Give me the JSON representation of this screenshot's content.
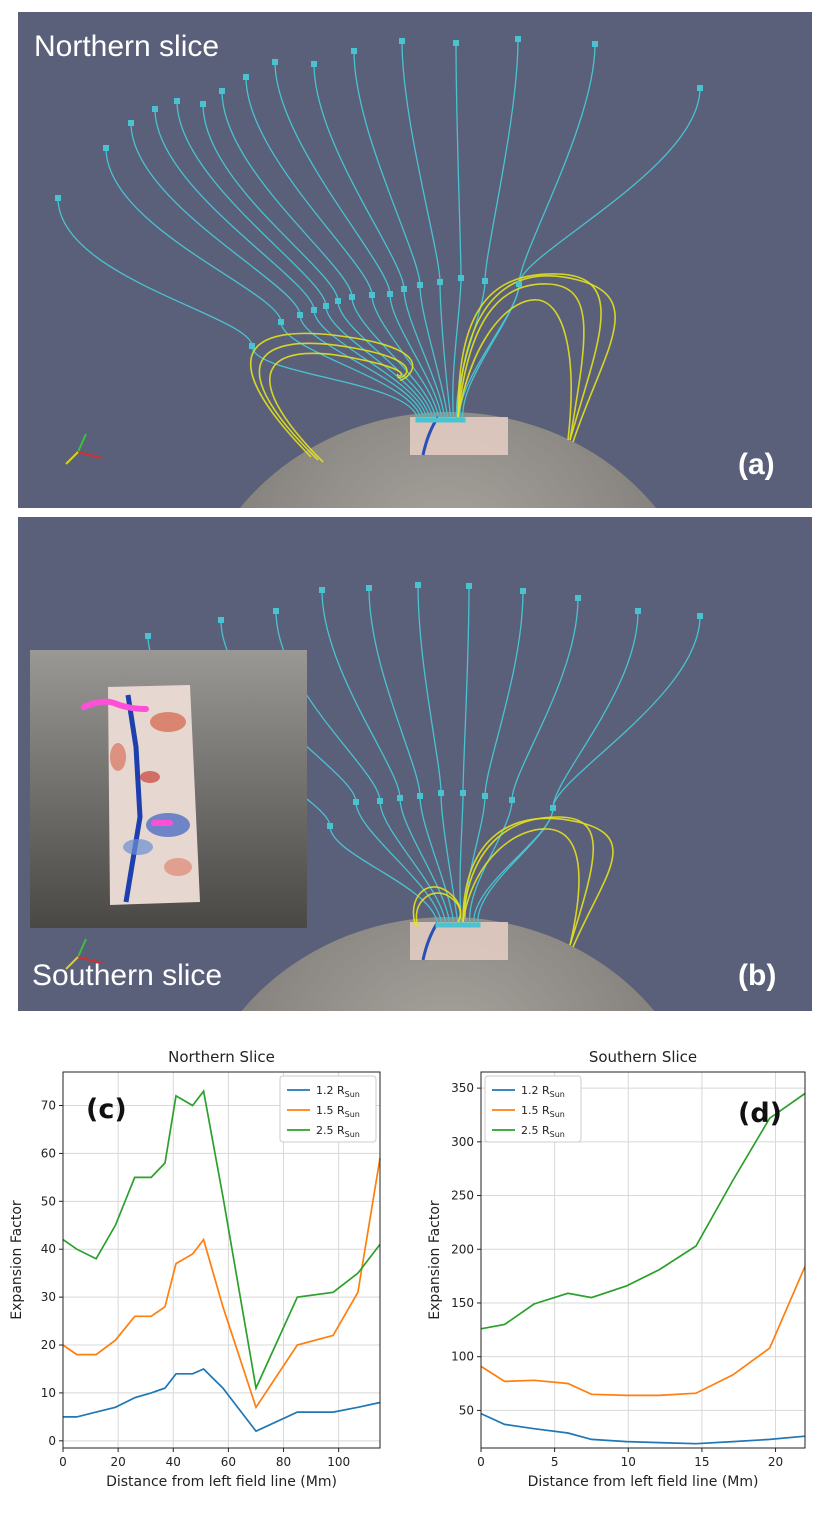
{
  "panel_a": {
    "title": "Northern slice",
    "label": "(a)"
  },
  "panel_b": {
    "title": "Southern slice",
    "label": "(b)"
  },
  "colors": {
    "sky": "#5a5f7a",
    "fieldline_open": "#49c3cf",
    "fieldline_closed": "#e3e21e",
    "sun": "#8a8680",
    "magnetogram_pos": "#d0523a",
    "magnetogram_neg": "#2a4fb5",
    "highlight": "#ff4fd8"
  },
  "chart_data": [
    {
      "type": "line",
      "title": "Northern Slice",
      "panel_label": "(c)",
      "xlabel": "Distance from left field line (Mm)",
      "ylabel": "Expansion Factor",
      "xlim": [
        0,
        115
      ],
      "ylim": [
        -1.5,
        77
      ],
      "xticks": [
        0,
        20,
        40,
        60,
        80,
        100
      ],
      "yticks": [
        0,
        10,
        20,
        30,
        40,
        50,
        60,
        70
      ],
      "grid": true,
      "legend_position": "top-right",
      "series": [
        {
          "name": "1.2",
          "unit": "Sun",
          "color": "#1f77b4",
          "x": [
            0,
            5,
            12,
            19,
            26,
            32,
            37,
            41,
            47,
            51,
            58,
            70,
            85,
            98,
            107,
            115
          ],
          "y": [
            5,
            5,
            6,
            7,
            9,
            10,
            11,
            14,
            14,
            15,
            11,
            2,
            6,
            6,
            7,
            8
          ]
        },
        {
          "name": "1.5",
          "unit": "Sun",
          "color": "#ff7f0e",
          "x": [
            0,
            5,
            12,
            19,
            26,
            32,
            37,
            41,
            47,
            51,
            58,
            70,
            85,
            98,
            107,
            115
          ],
          "y": [
            20,
            18,
            18,
            21,
            26,
            26,
            28,
            37,
            39,
            42,
            28,
            7,
            20,
            22,
            31,
            59
          ]
        },
        {
          "name": "2.5",
          "unit": "Sun",
          "color": "#2ca02c",
          "x": [
            0,
            5,
            12,
            19,
            26,
            32,
            37,
            41,
            47,
            51,
            58,
            70,
            85,
            98,
            107,
            115
          ],
          "y": [
            42,
            40,
            38,
            45,
            55,
            55,
            58,
            72,
            70,
            73,
            51,
            11,
            30,
            31,
            35,
            41
          ]
        }
      ]
    },
    {
      "type": "line",
      "title": "Southern Slice",
      "panel_label": "(d)",
      "xlabel": "Distance from left field line (Mm)",
      "ylabel": "Expansion Factor",
      "xlim": [
        0,
        22
      ],
      "ylim": [
        15,
        365
      ],
      "xticks": [
        0,
        5,
        10,
        15,
        20
      ],
      "yticks": [
        50,
        100,
        150,
        200,
        250,
        300,
        350
      ],
      "grid": true,
      "legend_position": "top-left",
      "series": [
        {
          "name": "1.2",
          "unit": "Sun",
          "color": "#1f77b4",
          "x": [
            0,
            1.6,
            3.6,
            5.9,
            7.5,
            9.9,
            12.1,
            14.6,
            17.1,
            19.6,
            22
          ],
          "y": [
            47,
            37,
            33,
            29,
            23,
            21,
            20,
            19,
            21,
            23,
            26
          ]
        },
        {
          "name": "1.5",
          "unit": "Sun",
          "color": "#ff7f0e",
          "x": [
            0,
            1.6,
            3.6,
            5.9,
            7.5,
            9.9,
            12.1,
            14.6,
            17.1,
            19.6,
            22
          ],
          "y": [
            91,
            77,
            78,
            75,
            65,
            64,
            64,
            66,
            83,
            108,
            184
          ]
        },
        {
          "name": "2.5",
          "unit": "Sun",
          "color": "#2ca02c",
          "x": [
            0,
            1.6,
            3.6,
            5.9,
            7.5,
            9.9,
            12.1,
            14.6,
            17.1,
            19.6,
            22
          ],
          "y": [
            126,
            130,
            149,
            159,
            155,
            166,
            181,
            203,
            264,
            322,
            345
          ]
        }
      ]
    }
  ]
}
